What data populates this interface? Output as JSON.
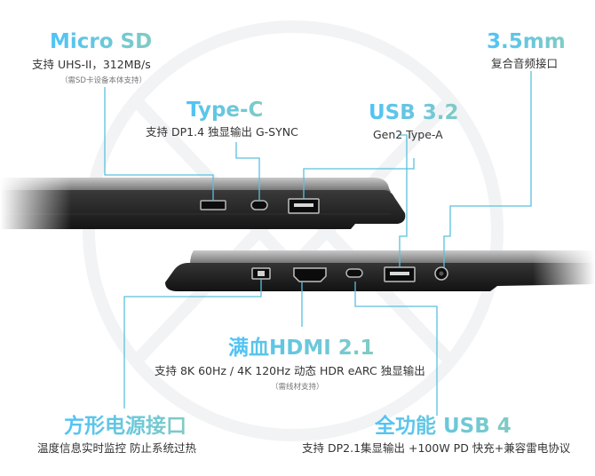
{
  "colors": {
    "title_gradient_start": "#4fc3f7",
    "title_gradient_end": "#80cbc4",
    "leader_line": "#5bc0de",
    "laptop_body": "#1e1e1e",
    "laptop_rim": "#8a8a8a",
    "port_highlight": "#e6e6e6"
  },
  "icons": {
    "background": "brand-logo-watermark"
  },
  "labels": {
    "micro_sd": {
      "title": "Micro SD",
      "desc": "支持 UHS-II，312MB/s",
      "note": "（需SD卡设备本体支持）"
    },
    "type_c": {
      "title": "Type-C",
      "desc": "支持 DP1.4 独显输出 G-SYNC"
    },
    "usb32": {
      "title": "USB 3.2",
      "desc": "Gen2 Type-A"
    },
    "audio": {
      "title": "3.5mm",
      "desc": "复合音频接口"
    },
    "hdmi": {
      "title": "满血HDMI 2.1",
      "desc": "支持 8K 60Hz / 4K 120Hz  动态 HDR eARC 独显输出",
      "note": "（需线材支持）"
    },
    "power": {
      "title": "方形电源接口",
      "desc": "温度信息实时监控  防止系统过热"
    },
    "usb4": {
      "title": "全功能 USB 4",
      "desc": "支持 DP2.1集显输出 +100W PD 快充+兼容雷电协议"
    }
  }
}
